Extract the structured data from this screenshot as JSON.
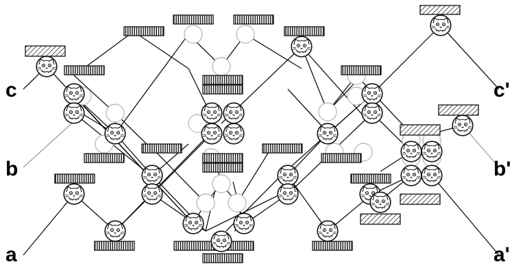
{
  "labels": {
    "left_top": "c",
    "left_mid": "b",
    "left_bottom": "a",
    "right_top": "c'",
    "right_mid": "b'",
    "right_bottom": "a'"
  },
  "colors": {
    "ink": "#111111",
    "empty_node_stroke": "#bdbdbd",
    "thin_line": "#9a9a9a"
  },
  "icons": {
    "occupied_node": "cat-face-icon",
    "empty_node": "empty-circle",
    "vertical_bar": "vertical-hatch-bar",
    "diagonal_bar": "diagonal-hatch-bar"
  }
}
